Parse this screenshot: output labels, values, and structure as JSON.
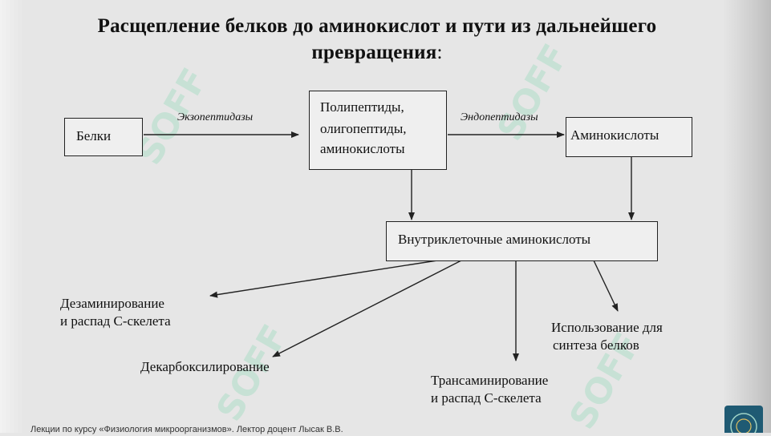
{
  "title": {
    "line1": "Расщепление белков до аминокислот и пути из дальнейшего",
    "line2": "превращения",
    "colon": ":"
  },
  "boxes": {
    "proteins": "Белки",
    "polypeptides": [
      "Полипептиды,",
      "олигопептиды,",
      "аминокислоты"
    ],
    "amino_acids": "Аминокислоты",
    "intracellular": "Внутриклеточные аминокислоты"
  },
  "enzymes": {
    "exo": "Экзопептидазы",
    "endo": "Эндопептидазы"
  },
  "outcomes": {
    "deamination": [
      "Дезаминирование",
      "и распад С-скелета"
    ],
    "decarboxylation": "Декарбоксилирование",
    "transamination": [
      "Трансаминирование",
      "и распад С-скелета"
    ],
    "synthesis": [
      "Использование для",
      "синтеза белков"
    ]
  },
  "footer": "Лекции по курсу «Физиология микроорганизмов». Лектор доцент Лысак В.В.",
  "watermark": "SOFF"
}
